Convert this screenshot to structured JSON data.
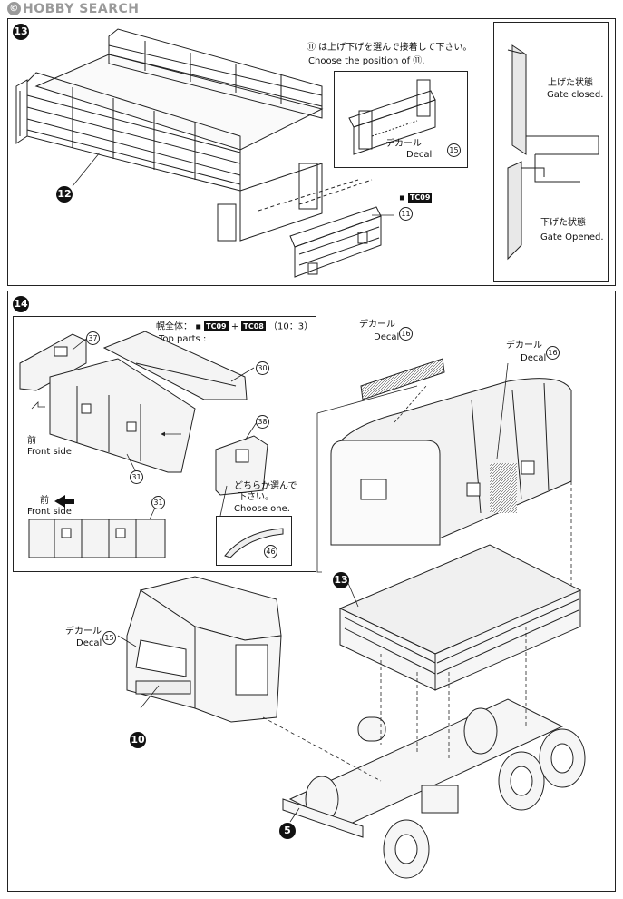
{
  "watermark": {
    "brand": "HOBBY SEARCH",
    "copyright": "©"
  },
  "step13": {
    "number": "13",
    "parts": {
      "bed": "12",
      "gate": "11",
      "bed_ref": "11"
    },
    "instruction_jp": "⑪ は上げ下げを選んで接着して下さい。",
    "instruction_en": "Choose the position of ⑪.",
    "decal_jp": "デカール",
    "decal_en": "Decal",
    "decal_num": "15",
    "paint_code": "TC09",
    "gate_closed_jp": "上げた状態",
    "gate_closed_en": "Gate closed.",
    "gate_open_jp": "下げた状態",
    "gate_open_en": "Gate Opened."
  },
  "step14": {
    "number": "14",
    "top_parts_jp": "幌全体：",
    "top_parts_en": "Top parts :",
    "paint_a": "TC09",
    "paint_plus": "+",
    "paint_b": "TC08",
    "ratio": "（10：3）",
    "front_jp": "前",
    "front_en": "Front side",
    "front2_jp": "前",
    "front2_en": "Front side",
    "choose_jp1": "どちらか選んで",
    "choose_jp2": "下さい。",
    "choose_en": "Choose one.",
    "parts": {
      "p37": "37",
      "p30": "30",
      "p38": "38",
      "p31": "31",
      "p31b": "31",
      "p46": "46",
      "p13": "13",
      "p10": "10",
      "p5": "5"
    },
    "decal1_jp": "デカール",
    "decal1_en": "Decal",
    "decal1_num": "16",
    "decal2_jp": "デカール",
    "decal2_en": "Decal",
    "decal2_num": "16",
    "decal3_jp": "デカール",
    "decal3_en": "Decal",
    "decal3_num": "15"
  }
}
